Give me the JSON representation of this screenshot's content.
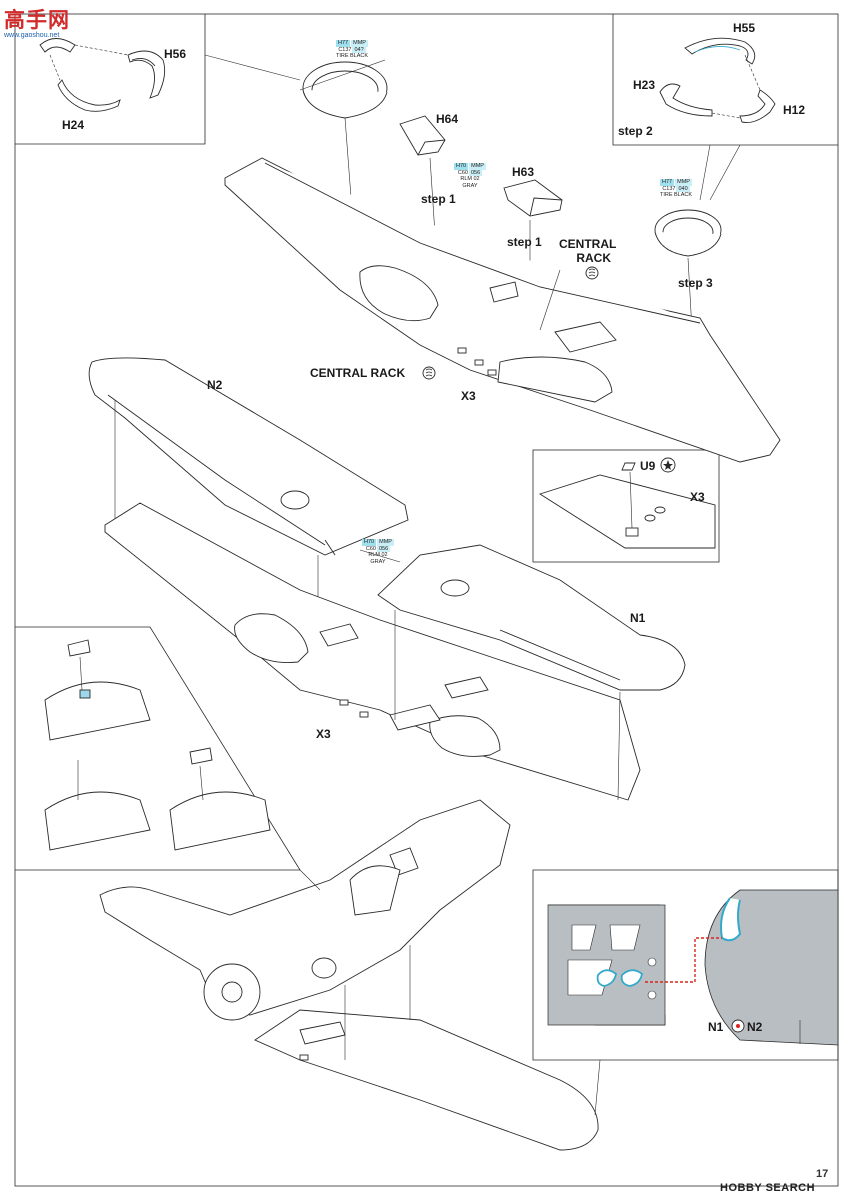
{
  "watermark": {
    "brand_text": "高手网",
    "site_text": "www.gaoshou.net"
  },
  "labels": {
    "h56": "H56",
    "h24": "H24",
    "h55": "H55",
    "h23": "H23",
    "h12": "H12",
    "h64": "H64",
    "h63": "H63",
    "step1_a": "step 1",
    "step1_b": "step 1",
    "step2": "step 2",
    "step3": "step 3",
    "central_rack_top_line1": "CENTRAL",
    "central_rack_top_line2": "RACK",
    "central_rack_left": "CENTRAL RACK",
    "x3_top": "X3",
    "x3_inset": "X3",
    "x3_mid": "X3",
    "n1": "N1",
    "n2": "N2",
    "u9": "U9",
    "n1n2_left": "N1",
    "n1n2_right": "N2"
  },
  "paint_callouts": {
    "wheel_top": {
      "codes": [
        "H77",
        "MMP"
      ],
      "c": "C137",
      "code3": "04?",
      "desc": "TIRE BLACK"
    },
    "bay_top": {
      "codes": [
        "H70",
        "MMP"
      ],
      "c": "C60",
      "code3": "056",
      "desc1": "RLM 02",
      "desc2": "GRAY"
    },
    "wheel_step3": {
      "codes": [
        "H77",
        "MMP"
      ],
      "c": "C137",
      "code3": "040",
      "desc": "TIRE BLACK"
    },
    "bay_mid": {
      "codes": [
        "H70",
        "MMP"
      ],
      "c": "C60",
      "code3": "056",
      "desc1": "RLM 02",
      "desc2": "GRAY"
    }
  },
  "footer": {
    "page_number": "17",
    "brand": "HOBBY SEARCH"
  },
  "colors": {
    "line": "#2a2a2a",
    "panel_gray": "#b9bec2",
    "photoetch_blue": "#33a9cc",
    "leader_red": "#d8261c",
    "paint_chip_1": "#9fe0ee",
    "paint_chip_2": "#c9eef5",
    "watermark_red": "#d22b2b",
    "watermark_blue": "#1b5fae"
  }
}
